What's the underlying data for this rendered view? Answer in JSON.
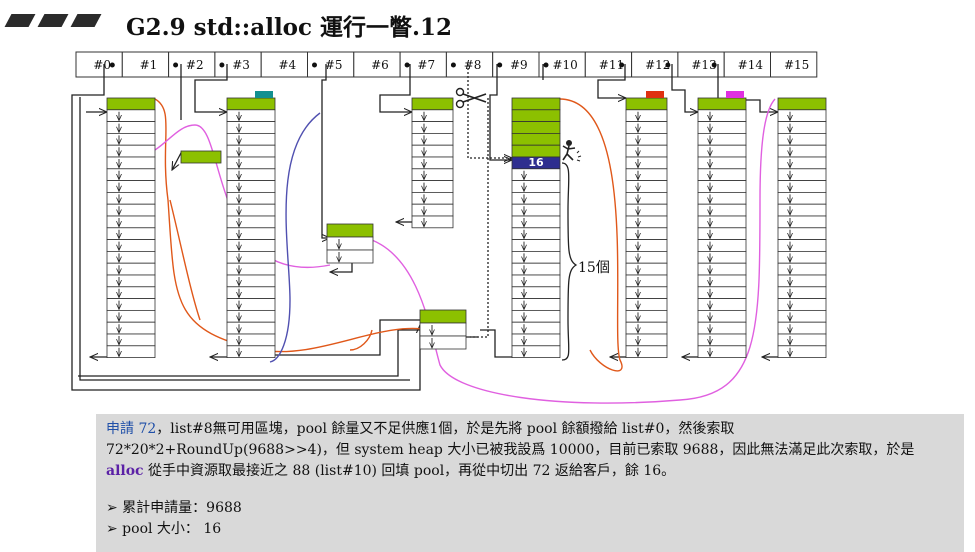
{
  "title": "G2.9 std::alloc 運行一瞥.12",
  "header_slots": [
    "#0",
    "#1",
    "#2",
    "#3",
    "#4",
    "#5",
    "#6",
    "#7",
    "#8",
    "#9",
    "#10",
    "#11",
    "#12",
    "#13",
    "#14",
    "#15"
  ],
  "pool_chunk_label": "16",
  "brace_label": "15個",
  "description": {
    "part1": "申請 72",
    "part2": "，list#8無可用區塊，pool 餘量又不足供應1個，於是先將 pool 餘額撥給 list#0，然後索取 72*20*2+RoundUp(9688>>4)，但 system heap 大小已被我設爲 10000，目前已索取 9688，因此無法滿足此次索取，於是 ",
    "part3": "alloc",
    "part4": " 從手中資源取最接近之 88 (list#10) 回填 pool，再從中切出 72 返給客戶，餘 16。"
  },
  "stats": [
    "➢ 累計申請量：9688",
    "➢ pool 大小： 16"
  ],
  "colors": {
    "chunk_green": "#8cc000",
    "chunk_blue": "#2e2e8f",
    "tag_teal": "#129090",
    "tag_red": "#e03010",
    "tag_magenta": "#e030e0",
    "line_orange": "#e0581a",
    "line_magenta": "#e060e0",
    "line_indigo": "#5050b0",
    "caption_bg": "#d9d9d9"
  },
  "icons": [
    "scissors-icon",
    "person-icon"
  ]
}
